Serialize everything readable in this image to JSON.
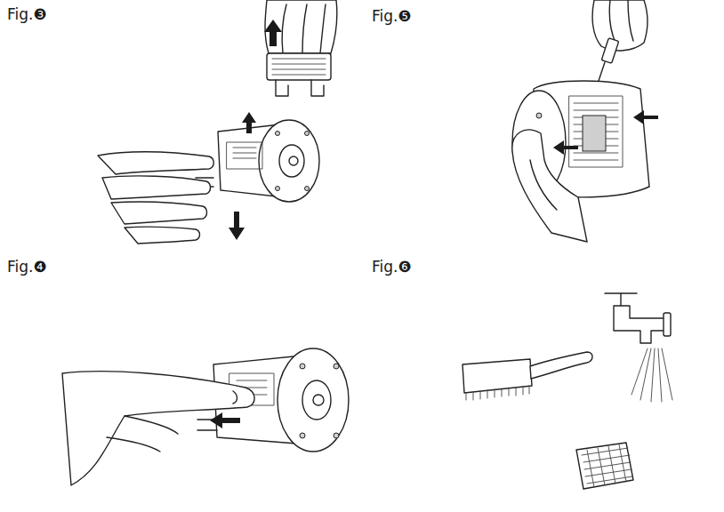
{
  "diagram": {
    "labels": [
      "Fig.❸",
      "Fig.❺",
      "Fig.❹",
      "Fig.❻"
    ]
  }
}
